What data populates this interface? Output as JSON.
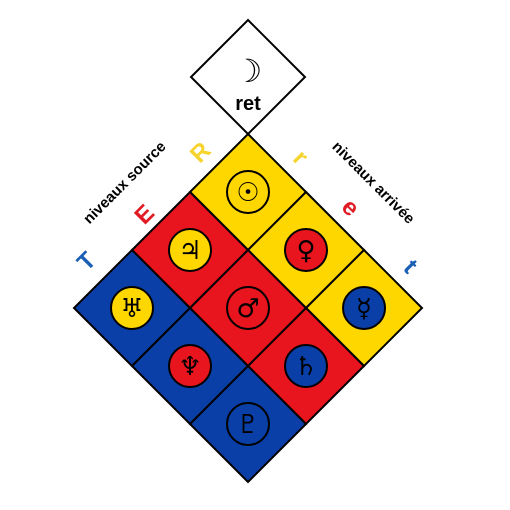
{
  "top_box": {
    "glyph": "☽",
    "label": "ret"
  },
  "labels": {
    "left": "niveaux source",
    "right": "niveaux arrivée"
  },
  "letters": {
    "T": {
      "char": "T",
      "color": "#1a5fb4"
    },
    "E": {
      "char": "E",
      "color": "#e01b24"
    },
    "R": {
      "char": "R",
      "color": "#f6d32d"
    },
    "r": {
      "char": "r",
      "color": "#f6d32d"
    },
    "e": {
      "char": "e",
      "color": "#e01b24"
    },
    "t": {
      "char": "t",
      "color": "#1a5fb4"
    }
  },
  "colors": {
    "yellow": "#ffd700",
    "red": "#e8141e",
    "blue": "#0a3fa8",
    "border": "#000000"
  },
  "cells": [
    {
      "row": 0,
      "col": 0,
      "planet": "sun",
      "symbol": "☉",
      "cell": "yellow",
      "circle": "yellow"
    },
    {
      "row": 0,
      "col": 1,
      "planet": "venus",
      "symbol": "♀",
      "cell": "yellow",
      "circle": "red"
    },
    {
      "row": 0,
      "col": 2,
      "planet": "mercury",
      "symbol": "☿",
      "cell": "yellow",
      "circle": "blue"
    },
    {
      "row": 1,
      "col": 0,
      "planet": "jupiter",
      "symbol": "♃",
      "cell": "red",
      "circle": "yellow"
    },
    {
      "row": 1,
      "col": 1,
      "planet": "mars",
      "symbol": "♂",
      "cell": "red",
      "circle": "red"
    },
    {
      "row": 1,
      "col": 2,
      "planet": "saturn",
      "symbol": "♄",
      "cell": "red",
      "circle": "blue"
    },
    {
      "row": 2,
      "col": 0,
      "planet": "uranus",
      "symbol": "♅",
      "cell": "blue",
      "circle": "yellow"
    },
    {
      "row": 2,
      "col": 1,
      "planet": "neptune",
      "symbol": "♆",
      "cell": "blue",
      "circle": "red"
    },
    {
      "row": 2,
      "col": 2,
      "planet": "pluto",
      "symbol": "♇",
      "cell": "blue",
      "circle": "blue"
    }
  ]
}
